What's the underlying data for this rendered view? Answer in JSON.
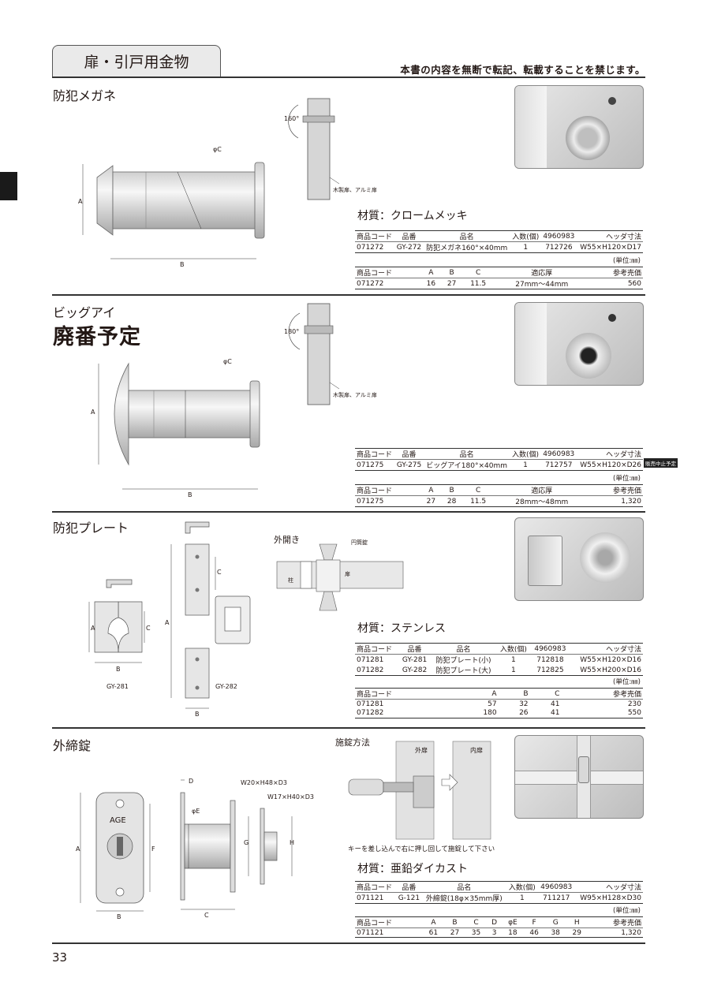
{
  "header": {
    "tab": "扉・引戸用金物",
    "notice": "本書の内容を無断で転記、転載することを禁じます。"
  },
  "page_number": "33",
  "sec1": {
    "title": "防犯メガネ",
    "material": "材質：クロームメッキ",
    "dims": {
      "a": "A",
      "b": "B",
      "c": "φC",
      "angle": "160°",
      "door": "木製扉、アルミ扉"
    },
    "t1": {
      "h": [
        "商品コード",
        "品番",
        "品名",
        "入数(個)",
        "4960983",
        "ヘッダ寸法"
      ],
      "rows": [
        [
          "071272",
          "GY-272",
          "防犯メガネ160°×40mm",
          "1",
          "712726",
          "W55×H120×D17"
        ]
      ]
    },
    "unit": "(単位:㎜)",
    "t2": {
      "h": [
        "商品コード",
        "A",
        "B",
        "C",
        "適応厚",
        "参考売価"
      ],
      "rows": [
        [
          "071272",
          "16",
          "27",
          "11.5",
          "27mm～44mm",
          "560"
        ]
      ]
    }
  },
  "sec2": {
    "title": "ビッグアイ",
    "status": "廃番予定",
    "dims": {
      "a": "A",
      "b": "B",
      "c": "φC",
      "angle": "180°",
      "door": "木製扉、アルミ扉"
    },
    "t1": {
      "h": [
        "商品コード",
        "品番",
        "品名",
        "入数(個)",
        "4960983",
        "ヘッダ寸法"
      ],
      "rows": [
        [
          "071275",
          "GY-275",
          "ビッグアイ180°×40mm",
          "1",
          "712757",
          "W55×H120×D26"
        ]
      ]
    },
    "badge": "販売中止予定",
    "unit": "(単位:㎜)",
    "t2": {
      "h": [
        "商品コード",
        "A",
        "B",
        "C",
        "適応厚",
        "参考売価"
      ],
      "rows": [
        [
          "071275",
          "27",
          "28",
          "11.5",
          "28mm～48mm",
          "1,320"
        ]
      ]
    }
  },
  "sec3": {
    "title": "防犯プレート",
    "material": "材質：ステンレス",
    "dims": {
      "a": "A",
      "b": "B",
      "c": "C",
      "gy281": "GY-281",
      "gy282": "GY-282",
      "open": "外開き",
      "lock": "円筒錠",
      "door": "扉",
      "pillar": "柱"
    },
    "t1": {
      "h": [
        "商品コード",
        "品番",
        "品名",
        "入数(個)",
        "4960983",
        "ヘッダ寸法"
      ],
      "rows": [
        [
          "071281",
          "GY-281",
          "防犯プレート(小)",
          "1",
          "712818",
          "W55×H120×D16"
        ],
        [
          "071282",
          "GY-282",
          "防犯プレート(大)",
          "1",
          "712825",
          "W55×H200×D16"
        ]
      ]
    },
    "unit": "(単位:㎜)",
    "t2": {
      "h": [
        "商品コード",
        "A",
        "B",
        "C",
        "参考売価"
      ],
      "rows": [
        [
          "071281",
          "57",
          "32",
          "41",
          "230"
        ],
        [
          "071282",
          "180",
          "26",
          "41",
          "550"
        ]
      ]
    }
  },
  "sec4": {
    "title": "外締錠",
    "method": "施錠方法",
    "outer": "外扉",
    "inner": "内扉",
    "caption": "キーを差し込んで右に押し回して施錠して下さい",
    "material": "材質：亜鉛ダイカスト",
    "dims": {
      "a": "A",
      "b": "B",
      "c": "C",
      "d": "D",
      "e": "φE",
      "f": "F",
      "g": "G",
      "h": "H",
      "w1": "W20×H48×D3",
      "w2": "W17×H40×D3",
      "logo": "AGE"
    },
    "t1": {
      "h": [
        "商品コード",
        "品番",
        "品名",
        "入数(個)",
        "4960983",
        "ヘッダ寸法"
      ],
      "rows": [
        [
          "071121",
          "G-121",
          "外締錠(18φ×35mm厚)",
          "1",
          "711217",
          "W95×H128×D30"
        ]
      ]
    },
    "unit": "(単位:㎜)",
    "t2": {
      "h": [
        "商品コード",
        "A",
        "B",
        "C",
        "D",
        "φE",
        "F",
        "G",
        "H",
        "参考売価"
      ],
      "rows": [
        [
          "071121",
          "61",
          "27",
          "35",
          "3",
          "18",
          "46",
          "38",
          "29",
          "1,320"
        ]
      ]
    }
  }
}
